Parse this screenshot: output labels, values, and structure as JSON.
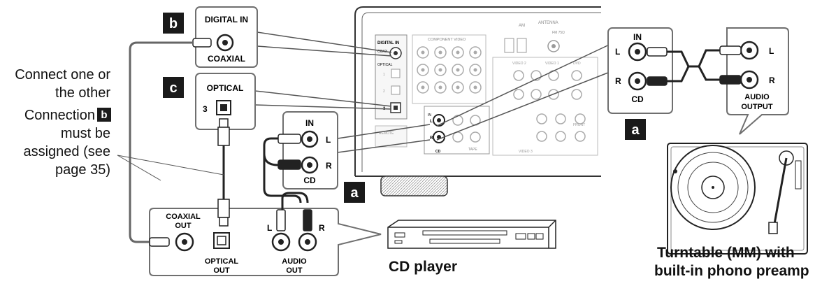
{
  "notes": {
    "connect_one_line1": "Connect one or",
    "connect_one_line2": "the other",
    "connection_prefix": "Connection",
    "connection_letter": "b",
    "must_be": "must be",
    "assigned": "assigned (see",
    "page": "page 35)"
  },
  "markers": {
    "a": "a",
    "b": "b",
    "c": "c"
  },
  "panels": {
    "digital_in": "DIGITAL IN",
    "coaxial": "COAXIAL",
    "optical": "OPTICAL",
    "optical_num": "3",
    "cd_in": "IN",
    "cd_label": "CD",
    "ch_l": "L",
    "ch_r": "R",
    "audio_output_1": "AUDIO",
    "audio_output_2": "OUTPUT"
  },
  "cd_player_panel": {
    "coaxial_out_1": "COAXIAL",
    "coaxial_out_2": "OUT",
    "optical_out_1": "OPTICAL",
    "optical_out_2": "OUT",
    "audio_out_1": "AUDIO",
    "audio_out_2": "OUT",
    "ch_l": "L",
    "ch_r": "R"
  },
  "receiver": {
    "digital_in": "DIGITAL IN",
    "coax": "COAX",
    "optical": "OPTICAL",
    "component_video": "COMPONENT VIDEO",
    "antenna": "ANTENNA",
    "am": "AM",
    "fm": "FM 75Ω",
    "tape": "TAPE",
    "cd": "CD",
    "in": "IN",
    "video1": "VIDEO 1",
    "video2": "VIDEO 2",
    "video3": "VIDEO 3",
    "dvd": "DVD",
    "front": "FRONT",
    "remote": "REMOTE"
  },
  "captions": {
    "cd_player": "CD player",
    "turntable_line1": "Turntable (MM) with",
    "turntable_line2": "built-in phono preamp"
  },
  "colors": {
    "line": "#555555",
    "panel_border": "#6f6f6f",
    "badge_bg": "#1a1a1a",
    "badge_text": "#ffffff"
  }
}
